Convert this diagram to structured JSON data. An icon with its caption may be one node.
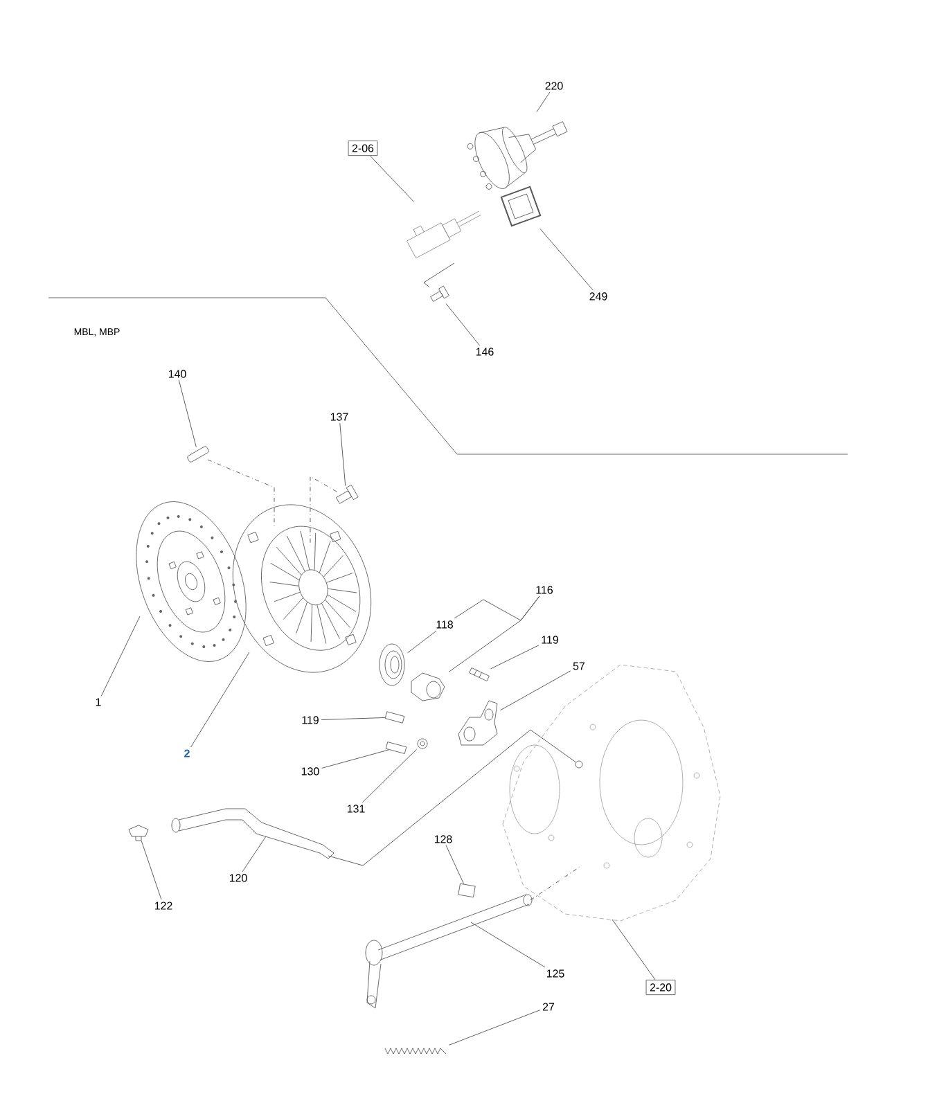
{
  "diagram": {
    "nodes": [
      {
        "text": [
          "220"
        ]
      },
      {
        "text": [],
        "shape": "picture"
      },
      {
        "text": [
          "2-06"
        ]
      },
      {
        "text": [],
        "shape": "picture"
      },
      {
        "text": [],
        "shape": "picture"
      },
      {
        "text": [
          "249"
        ]
      },
      {
        "text": [],
        "shape": "picture"
      },
      {
        "text": [
          "146"
        ]
      },
      {
        "text": [
          "140"
        ]
      },
      {
        "text": [],
        "shape": "picture"
      },
      {
        "text": [
          "137"
        ]
      },
      {
        "text": [],
        "shape": "picture"
      },
      {
        "text": [
          "116"
        ]
      },
      {
        "text": [
          "118"
        ]
      },
      {
        "text": [],
        "shape": "picture"
      },
      {
        "text": [],
        "shape": "picture"
      },
      {
        "text": [
          "119"
        ]
      },
      {
        "text": [],
        "shape": "picture"
      },
      {
        "text": [
          "57"
        ]
      },
      {
        "text": [],
        "shape": "picture"
      },
      {
        "text": [],
        "shape": "picture"
      },
      {
        "text": [
          "1"
        ]
      },
      {
        "text": [],
        "shape": "picture"
      },
      {
        "text": [
          "119"
        ]
      },
      {
        "text": [],
        "shape": "box"
      },
      {
        "text": [
          "2"
        ]
      },
      {
        "text": [
          "130"
        ]
      },
      {
        "text": [],
        "shape": "box"
      },
      {
        "text": [],
        "shape": "picture"
      },
      {
        "text": [
          "131"
        ]
      },
      {
        "text": [],
        "shape": "picture"
      },
      {
        "text": [],
        "shape": "picture"
      },
      {
        "text": [
          "120"
        ]
      },
      {
        "text": [
          "122"
        ]
      },
      {
        "text": [
          "128"
        ]
      },
      {
        "text": [],
        "shape": "box"
      },
      {
        "text": [],
        "shape": "picture"
      },
      {
        "text": [
          "125"
        ]
      },
      {
        "text": [],
        "shape": "picture"
      },
      {
        "text": [
          "2-20"
        ]
      },
      {
        "text": [
          "27"
        ]
      },
      {
        "text": [],
        "shape": "picture"
      },
      {
        "text": [],
        "shape": "circle",
        "in": 38
      }
    ],
    "edges": [
      {
        "from": 0,
        "to": 1,
        "arrow": "none"
      },
      {
        "from": 2,
        "to": 3,
        "arrow": "none"
      },
      {
        "from": 5,
        "to": 4,
        "arrow": "none"
      },
      {
        "from": 7,
        "to": 6,
        "arrow": "none"
      },
      {
        "from": 8,
        "to": 9,
        "arrow": "none"
      },
      {
        "from": 10,
        "to": 11,
        "arrow": "none"
      },
      {
        "from": 12,
        "to": 15,
        "arrow": "none"
      },
      {
        "from": 13,
        "to": 14,
        "arrow": "none"
      },
      {
        "from": 16,
        "to": 17,
        "arrow": "none"
      },
      {
        "from": 18,
        "to": 19,
        "arrow": "none"
      },
      {
        "from": 21,
        "to": 20,
        "arrow": "none"
      },
      {
        "from": 25,
        "to": 22,
        "arrow": "none"
      },
      {
        "from": 23,
        "to": 24,
        "arrow": "none"
      },
      {
        "from": 26,
        "to": 27,
        "arrow": "none"
      },
      {
        "from": 29,
        "to": 28,
        "arrow": "none"
      },
      {
        "from": 32,
        "to": 30,
        "arrow": "none"
      },
      {
        "from": 33,
        "to": 31,
        "arrow": "none"
      },
      {
        "from": 34,
        "to": 35,
        "arrow": "none"
      },
      {
        "from": 37,
        "to": 36,
        "arrow": "none"
      },
      {
        "from": 39,
        "to": 38,
        "arrow": "none"
      },
      {
        "from": 40,
        "to": 41,
        "arrow": "none"
      },
      {
        "from": 9,
        "to": 22,
        "arrow": "none",
        "style": "dashed"
      },
      {
        "from": 11,
        "to": 22,
        "arrow": "none",
        "style": "dashed"
      },
      {
        "from": 6,
        "to": 3,
        "arrow": "none"
      },
      {
        "from": 30,
        "to": 42,
        "arrow": "none"
      },
      {
        "from": 36,
        "to": 38,
        "arrow": "none",
        "style": "dashed"
      },
      {
        "from": 12,
        "to": 13,
        "arrow": "none"
      }
    ],
    "labels": [
      "MBL, MBP"
    ]
  }
}
